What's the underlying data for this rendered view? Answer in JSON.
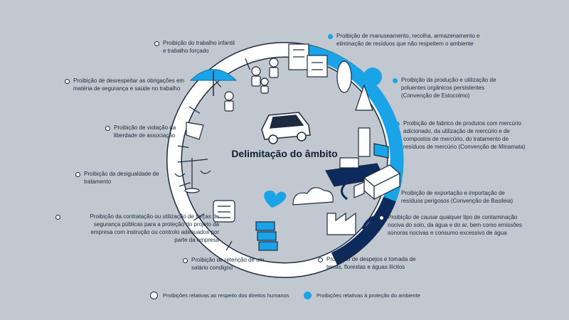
{
  "center_title": "Delimitação do âmbito",
  "colors": {
    "background": "#c2c8cf",
    "human_rights_dot": "#ffffff",
    "environment_dot": "#1aa3e6",
    "navy": "#1c2b40",
    "accent_blue": "#1aa3e6"
  },
  "human_rights_items": [
    {
      "lines": [
        "Proibição do trabalho infantil",
        "e trabalho forçado"
      ]
    },
    {
      "lines": [
        "Proibição de desrespeitar as obrigações em",
        "matéria de segurança e saúde no trabalho"
      ]
    },
    {
      "lines": [
        "Proibição de violação da",
        "liberdade de associação"
      ]
    },
    {
      "lines": [
        "Proibição da desigualdade de",
        "tratamento"
      ]
    },
    {
      "lines": [
        "Proibição da contratação ou utilização de forças de",
        "segurança públicas para a proteção do projeto da",
        "empresa com instrução ou controlo adequados por",
        "parte da empresa"
      ]
    },
    {
      "lines": [
        "Proibição de retenção de um",
        "salário condigno"
      ]
    },
    {
      "lines": [
        "Proibição de despejos e tomada de",
        "terras, florestas e águas ilícitos"
      ]
    }
  ],
  "environment_items": [
    {
      "lines": [
        "Proibição de manuseamento, recolha, armazenamento e",
        "eliminação de resíduos que não respeitem o ambiente"
      ]
    },
    {
      "lines": [
        "Proibição da produção e utilização de",
        "poluentes orgânicos persistentes",
        "(Convenção de Estocolmo)"
      ]
    },
    {
      "lines": [
        "Proibição de fabrico de produtos com mercúrio",
        "adicionado, da utilização de mercúrio e de",
        "compostos de mercúrio, do tratamento de",
        "resíduos de mercúrio (Convenção de Minamata)"
      ]
    },
    {
      "lines": [
        "Proibição de exportação e importação de",
        "resíduos perigosos (Convenção de Basileia)"
      ]
    },
    {
      "lines": [
        "Proibição de causar qualquer tipo de contaminação",
        "nociva do solo, da água e do ar, bem como emissões",
        "sonoras nocivas e consumo excessivo de água"
      ]
    }
  ],
  "legend": {
    "human_rights": "Proibições relativas ao respeito dos direitos humanos",
    "environment": "Proibições relativas à proteção do ambiente"
  },
  "icons": [
    "car-icon",
    "umbrella-icon",
    "scales-icon",
    "money-stack-icon",
    "trees-icon",
    "factory-icon",
    "ship-icon",
    "container-icon",
    "heart-icon",
    "cloud-icon",
    "hands-icon",
    "buildings-icon",
    "people-icon"
  ]
}
